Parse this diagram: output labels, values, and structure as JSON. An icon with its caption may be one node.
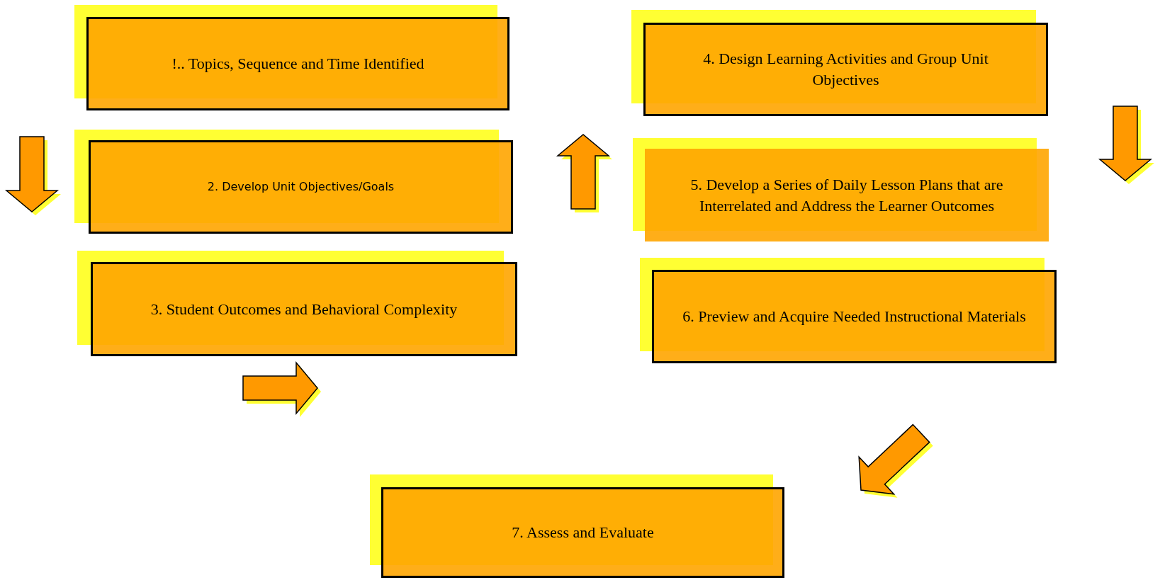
{
  "diagram": {
    "nodes": [
      {
        "text": [
          "!.. Topics, Sequence and Time Identified"
        ]
      },
      {
        "text": [
          "2. Develop Unit Objectives/Goals"
        ]
      },
      {
        "text": [
          "3. Student Outcomes and Behavioral Complexity"
        ]
      },
      {
        "text": [
          "4. Design Learning Activities and Group Unit Objectives"
        ]
      },
      {
        "text": [
          "5. Develop a Series of  Daily Lesson Plans that are Interrelated and Address the Learner Outcomes"
        ]
      },
      {
        "text": [
          "6. Preview and Acquire Needed Instructional Materials"
        ]
      },
      {
        "text": [
          "7. Assess and Evaluate"
        ]
      }
    ]
  }
}
